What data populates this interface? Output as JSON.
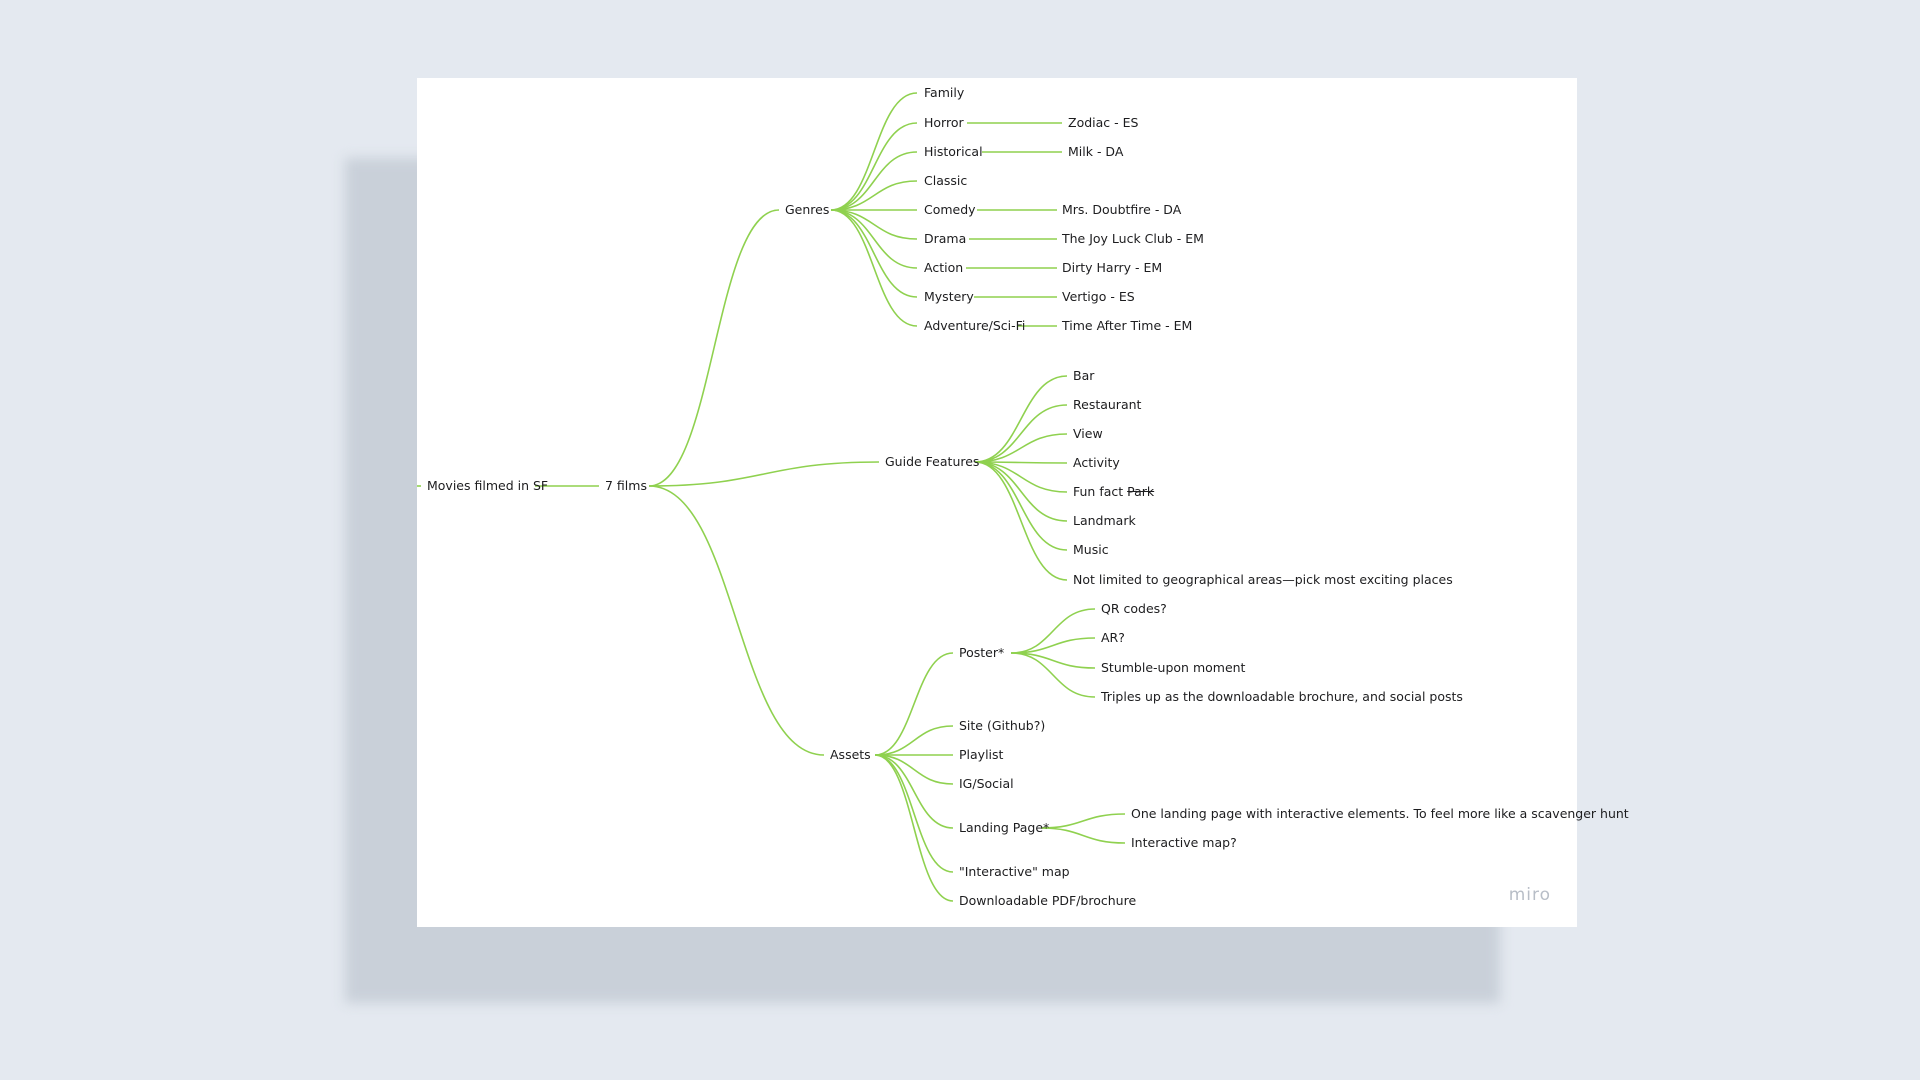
{
  "root": "Movies filmed in SF",
  "hub": "7 films",
  "branches": {
    "genres": {
      "label": "Genres",
      "items": [
        {
          "label": "Family"
        },
        {
          "label": "Horror",
          "child": "Zodiac - ES"
        },
        {
          "label": "Historical",
          "child": "Milk - DA"
        },
        {
          "label": "Classic"
        },
        {
          "label": "Comedy",
          "child": "Mrs. Doubtfire - DA"
        },
        {
          "label": "Drama",
          "child": "The Joy Luck Club - EM"
        },
        {
          "label": "Action",
          "child": "Dirty Harry - EM"
        },
        {
          "label": "Mystery",
          "child": "Vertigo - ES"
        },
        {
          "label": "Adventure/Sci-Fi",
          "child": "Time After Time - EM"
        }
      ]
    },
    "guide": {
      "label": "Guide Features",
      "items": [
        "Bar",
        "Restaurant",
        "View",
        "Activity",
        "Fun fact",
        "Landmark",
        "Music",
        "Not limited to geographical areas—pick most exciting places"
      ],
      "struck": "Park"
    },
    "assets": {
      "label": "Assets",
      "poster": {
        "label": "Poster*",
        "items": [
          "QR codes?",
          "AR?",
          "Stumble-upon moment",
          "Triples up as the downloadable brochure, and social posts"
        ]
      },
      "site": "Site (Github?)",
      "playlist": "Playlist",
      "social": "IG/Social",
      "landing": {
        "label": "Landing Page*",
        "items": [
          "One landing page with interactive elements. To feel more like a scavenger hunt",
          "Interactive map?"
        ]
      },
      "map": "\"Interactive\" map",
      "pdf": "Downloadable PDF/brochure"
    }
  },
  "watermark": "miro",
  "colors": {
    "line": "#8fd14f",
    "text": "#1d1d1f",
    "board": "#ffffff",
    "background": "#e4e9f0"
  }
}
